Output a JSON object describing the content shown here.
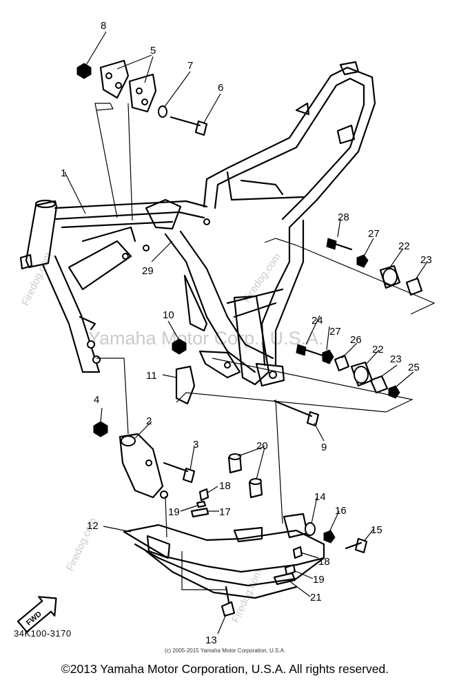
{
  "diagram": {
    "part_code": "34K100-3170",
    "watermarks": {
      "main": "Yamaha Motor Corp., U.S.A.",
      "site": "Firedog.com"
    },
    "direction_label": "FWD",
    "callouts": [
      "1",
      "2",
      "3",
      "4",
      "5",
      "6",
      "7",
      "8",
      "9",
      "10",
      "11",
      "12",
      "13",
      "14",
      "15",
      "16",
      "17",
      "18",
      "18",
      "19",
      "19",
      "20",
      "21",
      "22",
      "22",
      "23",
      "23",
      "24",
      "25",
      "26",
      "27",
      "27",
      "28",
      "29"
    ]
  },
  "footer": {
    "small_copyright": "(c) 2005-2015 Yamaha Motor Corporation, U.S.A.",
    "copyright": "©2013 Yamaha Motor Corporation, U.S.A. All rights reserved."
  }
}
